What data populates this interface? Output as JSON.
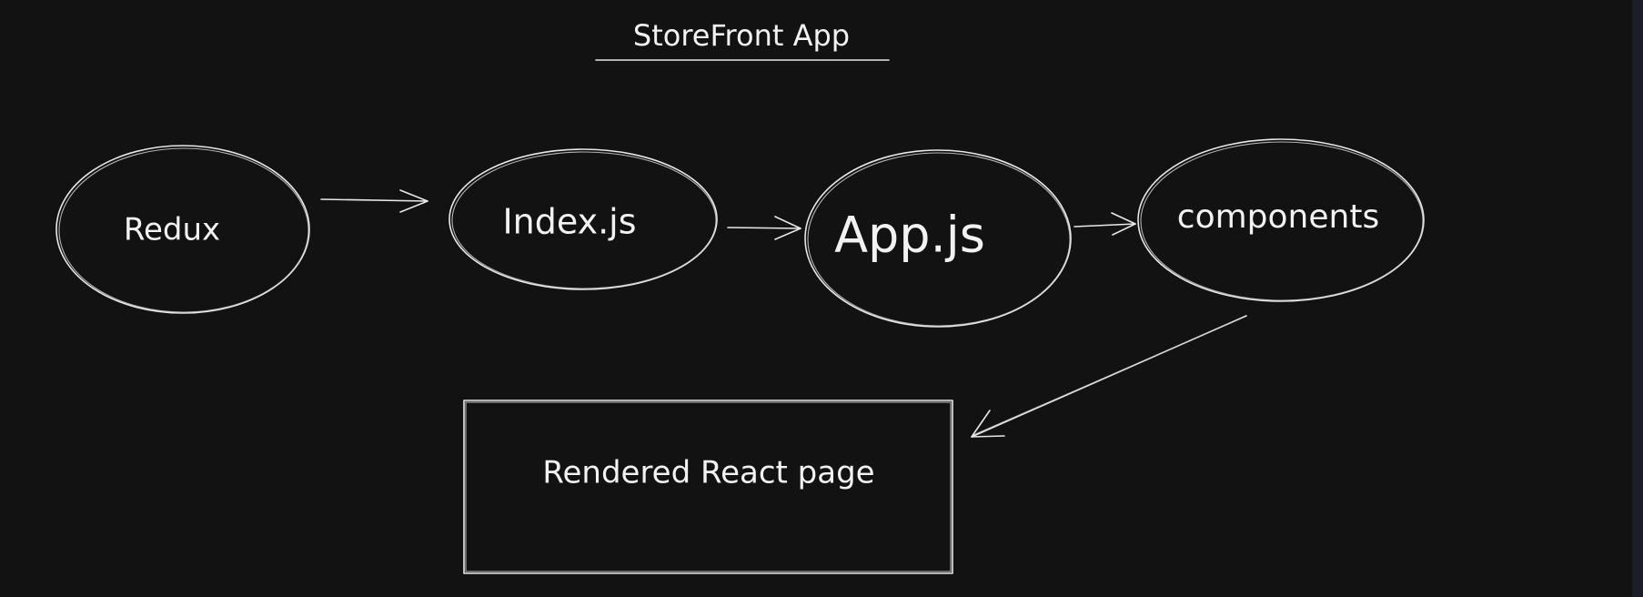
{
  "diagram": {
    "title": "StoreFront App",
    "nodes": [
      {
        "id": "redux",
        "label": "Redux",
        "shape": "ellipse"
      },
      {
        "id": "index",
        "label": "Index.js",
        "shape": "ellipse"
      },
      {
        "id": "app",
        "label": "App.js",
        "shape": "ellipse"
      },
      {
        "id": "components",
        "label": "components",
        "shape": "ellipse"
      },
      {
        "id": "rendered",
        "label": "Rendered React page",
        "shape": "rectangle"
      }
    ],
    "edges": [
      {
        "from": "redux",
        "to": "index"
      },
      {
        "from": "index",
        "to": "app"
      },
      {
        "from": "app",
        "to": "components"
      },
      {
        "from": "components",
        "to": "rendered"
      }
    ],
    "colors": {
      "background": "#121212",
      "stroke": "#e8e8e8",
      "text": "#f2f2f2"
    }
  }
}
